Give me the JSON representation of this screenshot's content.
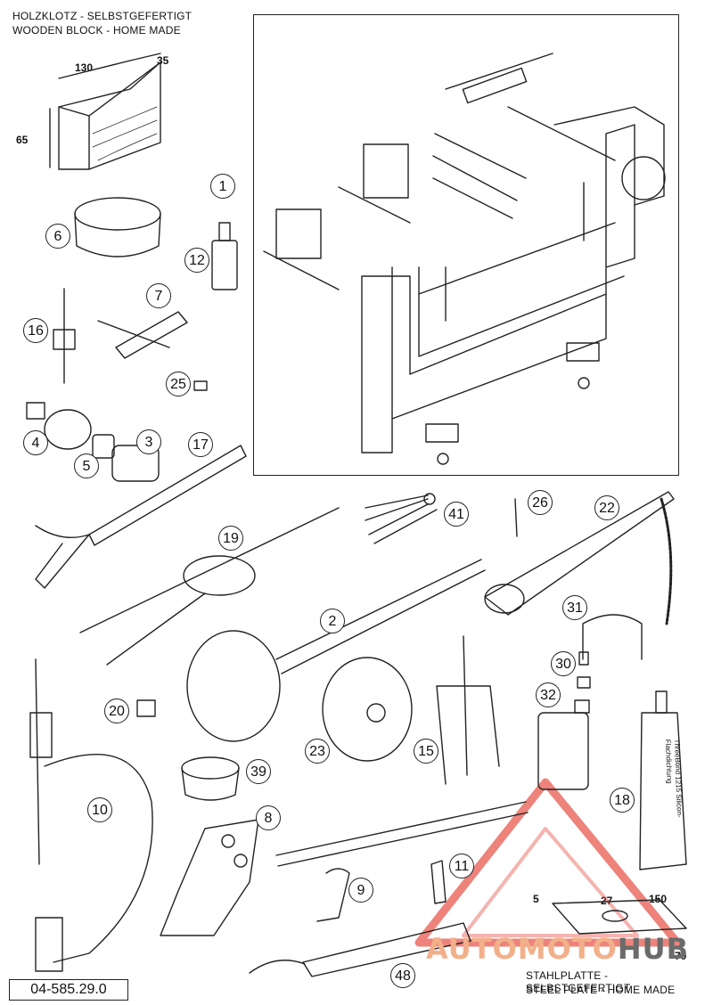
{
  "wood_block": {
    "title_de": "HOLZKLOTZ - SELBSTGEFERTIGT",
    "title_en": "WOODEN BLOCK - HOME MADE",
    "dim_length": "130",
    "dim_depth": "35",
    "dim_height": "65"
  },
  "steel_plate": {
    "title_de": "STAHLPLATTE - SELBSTGEFERTIGT",
    "title_en": "STEEL PLATE - HOME MADE",
    "dim_thickness": "5",
    "dim_hole": "27",
    "dim_length": "150",
    "dim_width": "70"
  },
  "part_number": "04-585.29.0",
  "callouts": [
    "1",
    "2",
    "3",
    "4",
    "5",
    "6",
    "7",
    "8",
    "9",
    "10",
    "11",
    "12",
    "15",
    "16",
    "17",
    "18",
    "19",
    "20",
    "22",
    "23",
    "25",
    "26",
    "30",
    "31",
    "32",
    "39",
    "41",
    "48"
  ],
  "tube_label": {
    "brand": "ThreeBond",
    "code": "1215",
    "text": "Silicon-Flachdichtung"
  },
  "watermark": {
    "part1": "AUTOMOTO",
    "part2": "HUB"
  },
  "colors": {
    "line": "#222222",
    "watermark_red": "#e85a4f",
    "watermark_orange": "#f2b08a",
    "watermark_grey": "#6b6b6b"
  }
}
